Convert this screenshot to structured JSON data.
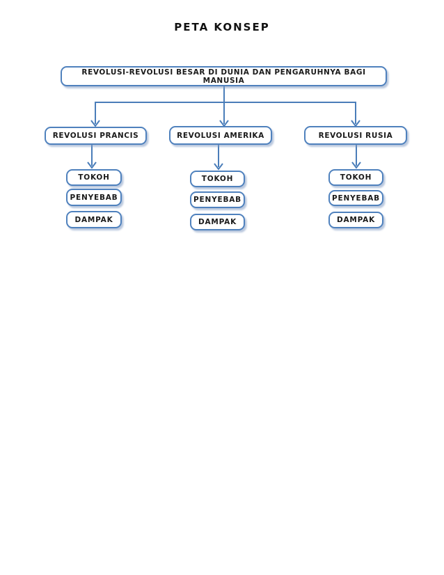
{
  "title": "PETA KONSEP",
  "root": {
    "label": "REVOLUSI-REVOLUSI BESAR DI DUNIA DAN PENGARUHNYA BAGI MANUSIA"
  },
  "groups": [
    {
      "label": "REVOLUSI PRANCIS",
      "children": [
        "TOKOH",
        "PENYEBAB",
        "DAMPAK"
      ]
    },
    {
      "label": "REVOLUSI AMERIKA",
      "children": [
        "TOKOH",
        "PENYEBAB",
        "DAMPAK"
      ]
    },
    {
      "label": "REVOLUSI RUSIA",
      "children": [
        "TOKOH",
        "PENYEBAB",
        "DAMPAK"
      ]
    }
  ],
  "colors": {
    "background": "#ffffff",
    "box_fill": "#ffffff",
    "box_border": "#4f81bd",
    "connector": "#4a7db9",
    "shadow": "#b7c7dd",
    "text": "#1a1a1a"
  }
}
